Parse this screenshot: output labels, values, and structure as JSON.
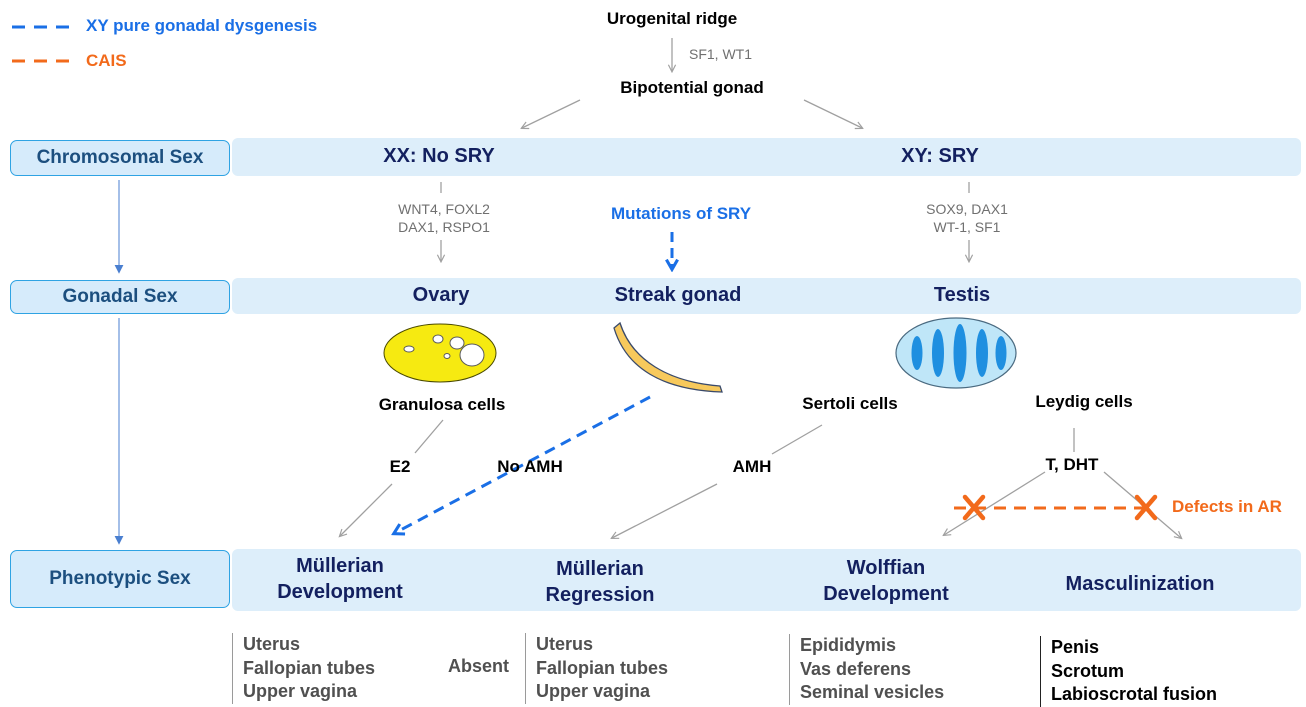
{
  "legend": {
    "xy": "XY pure gonadal dysgenesis",
    "cais": "CAIS"
  },
  "top": {
    "urogenital": "Urogenital ridge",
    "sf1_wt1": "SF1, WT1",
    "bipotential": "Bipotential gonad"
  },
  "rows": {
    "chromosomal": "Chromosomal Sex",
    "gonadal": "Gonadal Sex",
    "phenotypic": "Phenotypic Sex"
  },
  "chromosomal": {
    "xx": "XX: No SRY",
    "xy": "XY: SRY"
  },
  "genes": {
    "xx_line1": "WNT4, FOXL2",
    "xx_line2": "DAX1, RSPO1",
    "xy_line1": "SOX9, DAX1",
    "xy_line2": "WT-1, SF1"
  },
  "mutation": "Mutations of SRY",
  "gonadal": {
    "ovary": "Ovary",
    "streak": "Streak gonad",
    "testis": "Testis"
  },
  "cells": {
    "granulosa": "Granulosa cells",
    "sertoli": "Sertoli cells",
    "leydig": "Leydig cells"
  },
  "hormones": {
    "e2": "E2",
    "no_amh": "No AMH",
    "amh": "AMH",
    "t_dht": "T, DHT"
  },
  "defects": "Defects in AR",
  "phenotypic": {
    "mullerian_dev_1": "Müllerian",
    "mullerian_dev_2": "Development",
    "mullerian_reg_1": "Müllerian",
    "mullerian_reg_2": "Regression",
    "wolffian_1": "Wolffian",
    "wolffian_2": "Development",
    "masculinization": "Masculinization"
  },
  "bottom": {
    "list1": [
      "Uterus",
      "Fallopian tubes",
      "Upper vagina"
    ],
    "absent": "Absent",
    "list2": [
      "Uterus",
      "Fallopian tubes",
      "Upper vagina"
    ],
    "list3": [
      "Epididymis",
      "Vas deferens",
      "Seminal vesicles"
    ],
    "list4": [
      "Penis",
      "Scrotum",
      "Labioscrotal fusion"
    ]
  },
  "colors": {
    "blue_dashed": "#1a6fe6",
    "orange_dashed": "#f26a1b",
    "navy_text": "#13205f",
    "band": "#ddeefa"
  }
}
